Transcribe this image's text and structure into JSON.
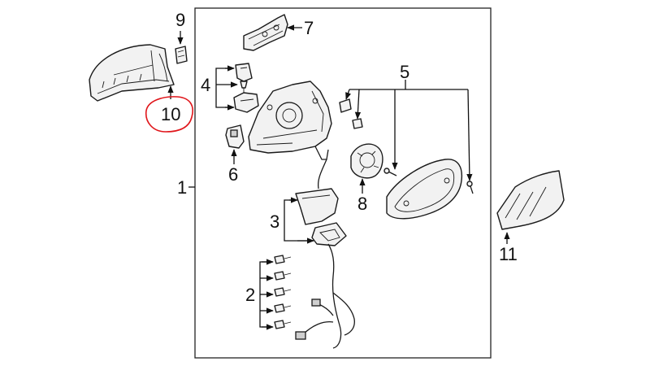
{
  "diagram": {
    "callouts": {
      "c1": "1",
      "c2": "2",
      "c3": "3",
      "c4": "4",
      "c5": "5",
      "c6": "6",
      "c7": "7",
      "c8": "8",
      "c9": "9",
      "c10": "10",
      "c11": "11"
    },
    "colors": {
      "ink": "#1a1a1a",
      "highlight_circle": "#e0161b",
      "background": "#ffffff"
    }
  }
}
